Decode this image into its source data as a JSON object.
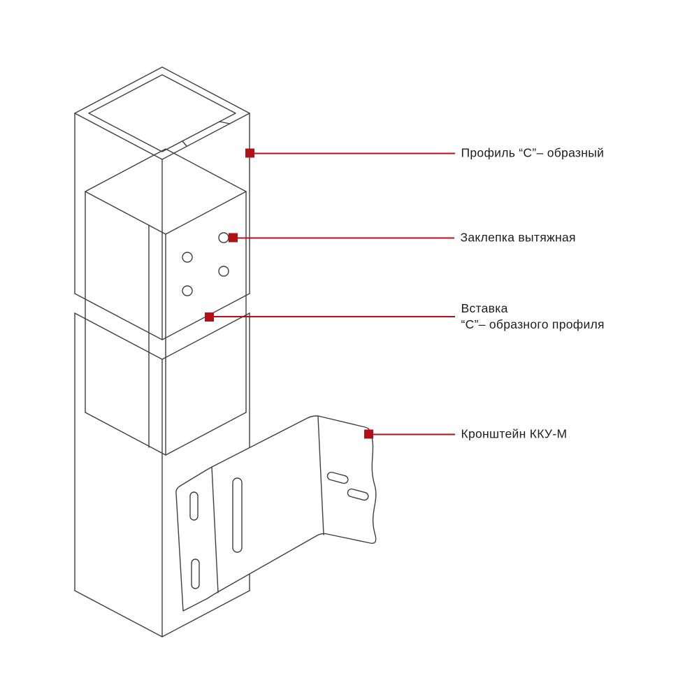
{
  "colors": {
    "callout_red": "#b01119",
    "drawing_line": "#3f3f3f",
    "label_text": "#1d1d1d",
    "background": "#ffffff"
  },
  "diagram": {
    "kind": "isometric technical line drawing",
    "subject": "C-profile column assembly with insert and bracket"
  },
  "callouts": [
    {
      "id": "profile",
      "text": "Профиль “С”– образный"
    },
    {
      "id": "rivet",
      "text": "Заклепка вытяжная"
    },
    {
      "id": "insert",
      "text": "Вставка\n“С”– образного профиля"
    },
    {
      "id": "bracket",
      "text": "Кронштейн ККУ-М"
    }
  ]
}
